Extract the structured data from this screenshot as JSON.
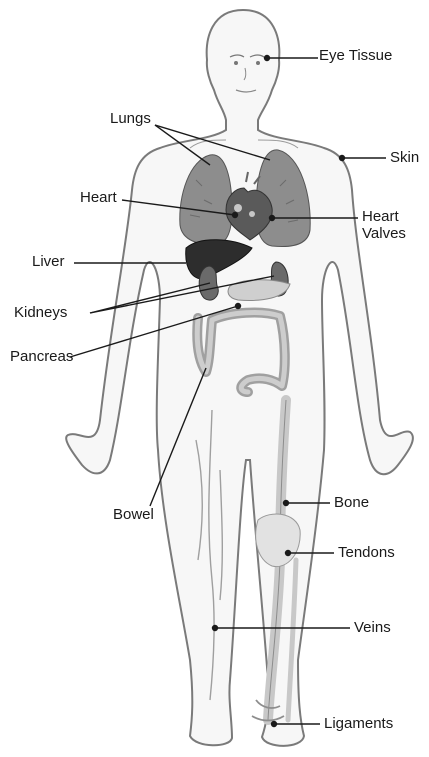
{
  "labels": {
    "eye_tissue": "Eye Tissue",
    "skin": "Skin",
    "lungs": "Lungs",
    "heart": "Heart",
    "heart_valves_line1": "Heart",
    "heart_valves_line2": "Valves",
    "liver": "Liver",
    "kidneys": "Kidneys",
    "pancreas": "Pancreas",
    "bowel": "Bowel",
    "bone": "Bone",
    "tendons": "Tendons",
    "veins": "Veins",
    "ligaments": "Ligaments"
  }
}
